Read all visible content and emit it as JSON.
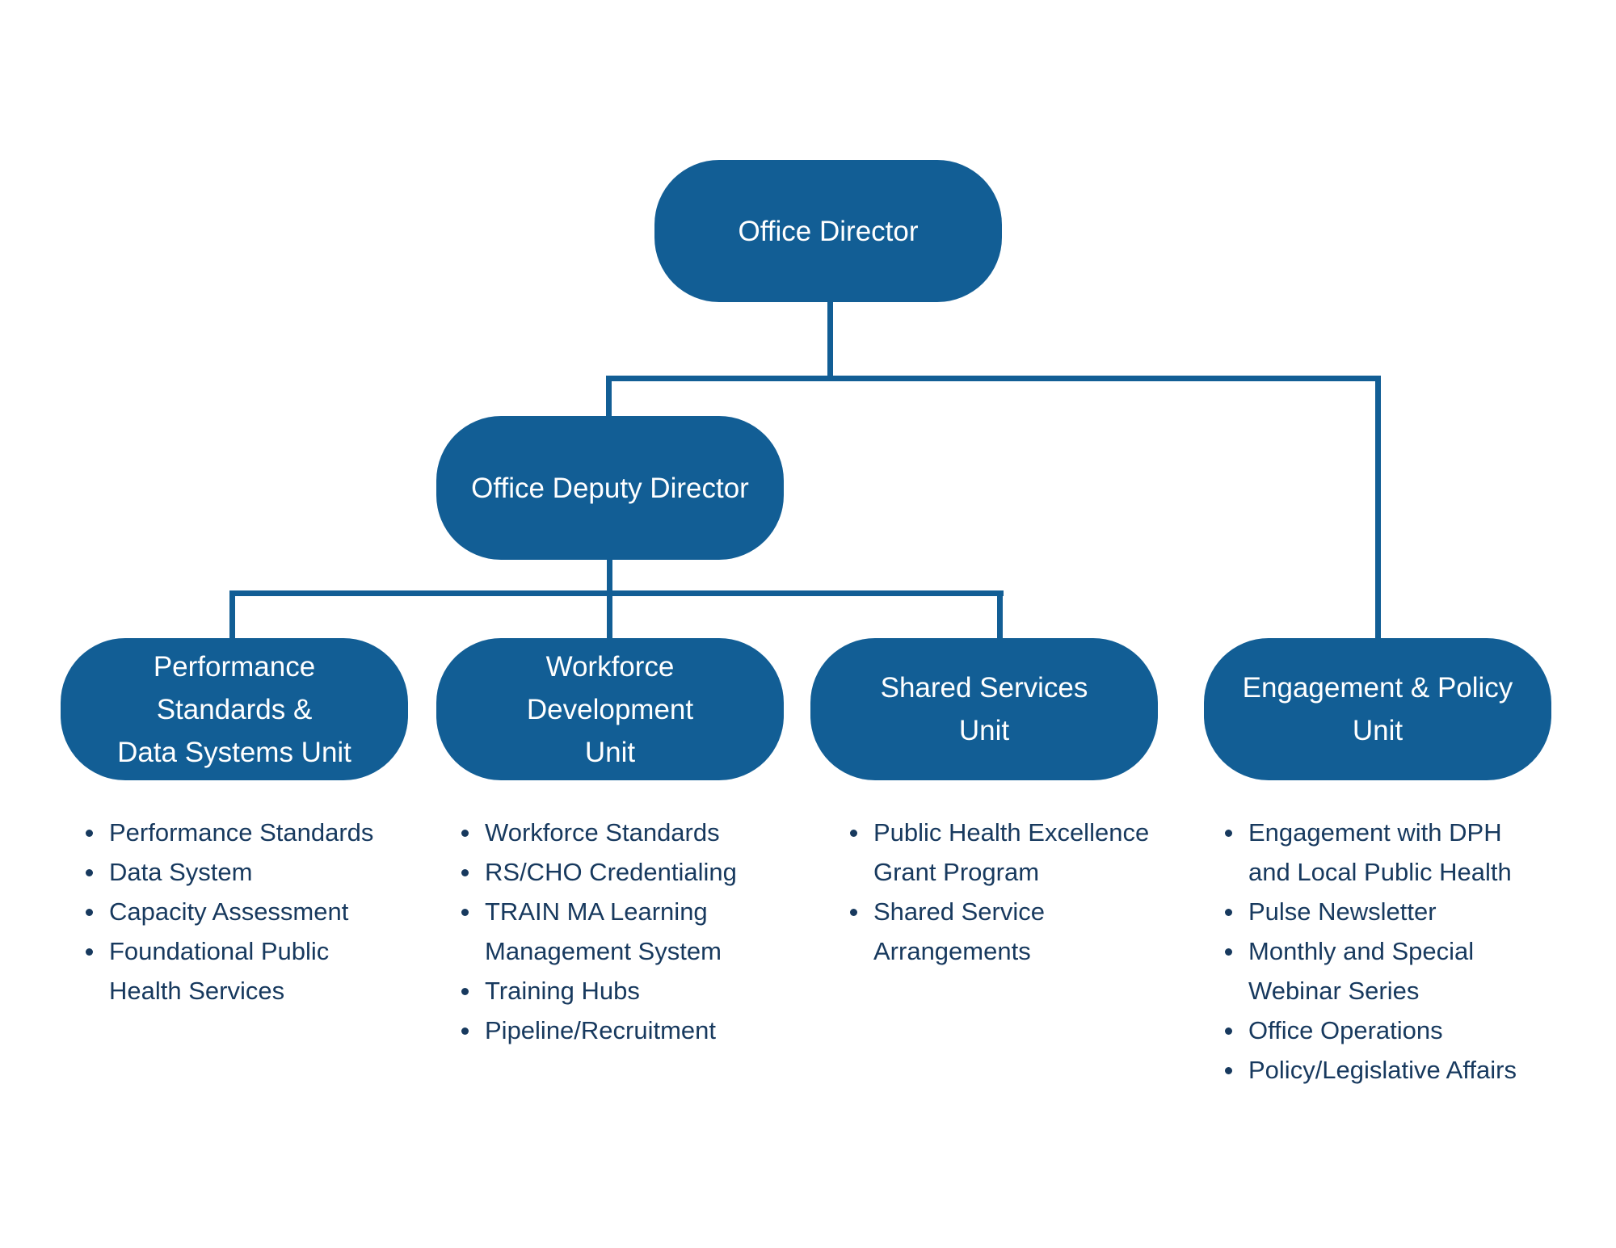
{
  "chart": {
    "type": "org-chart",
    "colors": {
      "box_fill": "#125E95",
      "box_text": "#FFFFFF",
      "bullet_text": "#17395E",
      "background": "#FFFFFF"
    },
    "root": {
      "label": "Office Director"
    },
    "deputy": {
      "label": "Office Deputy Director"
    },
    "units": [
      {
        "label": "Performance\nStandards &\nData Systems Unit",
        "items": [
          "Performance Standards",
          "Data System",
          "Capacity Assessment",
          "Foundational Public\nHealth Services"
        ]
      },
      {
        "label": "Workforce\nDevelopment\nUnit",
        "items": [
          "Workforce Standards",
          "RS/CHO Credentialing",
          "TRAIN MA Learning\nManagement System",
          "Training Hubs",
          "Pipeline/Recruitment"
        ]
      },
      {
        "label": "Shared Services\nUnit",
        "items": [
          "Public Health Excellence\nGrant Program",
          "Shared Service\nArrangements"
        ]
      },
      {
        "label": "Engagement & Policy\nUnit",
        "items": [
          "Engagement with DPH\nand Local Public Health",
          "Pulse Newsletter",
          "Monthly and Special\nWebinar Series",
          "Office Operations",
          "Policy/Legislative Affairs"
        ]
      }
    ]
  }
}
